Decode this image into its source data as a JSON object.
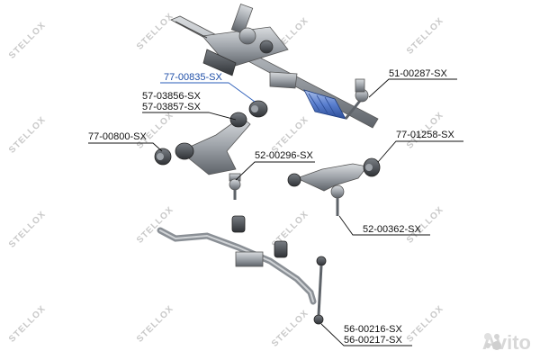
{
  "watermark": {
    "text": "STELLOX"
  },
  "site_watermark": {
    "text": "Avito",
    "colors": [
      "#e8e8e8",
      "#d0d0d0"
    ]
  },
  "colors": {
    "part_fill": "#9ea3a9",
    "part_dark": "#4a4e53",
    "highlight_blue": "#3d68c2",
    "boot_blue": "#5a7fcf",
    "leader": "#111111",
    "highlight_leader": "#2a5cb8"
  },
  "parts": {
    "p_77_00835": "77-00835-SX",
    "p_51_00287": "51-00287-SX",
    "p_57_03856": "57-03856-SX",
    "p_57_03857": "57-03857-SX",
    "p_77_00800": "77-00800-SX",
    "p_77_01258": "77-01258-SX",
    "p_52_00296": "52-00296-SX",
    "p_52_00362": "52-00362-SX",
    "p_56_00216": "56-00216-SX",
    "p_56_00217": "56-00217-SX"
  }
}
